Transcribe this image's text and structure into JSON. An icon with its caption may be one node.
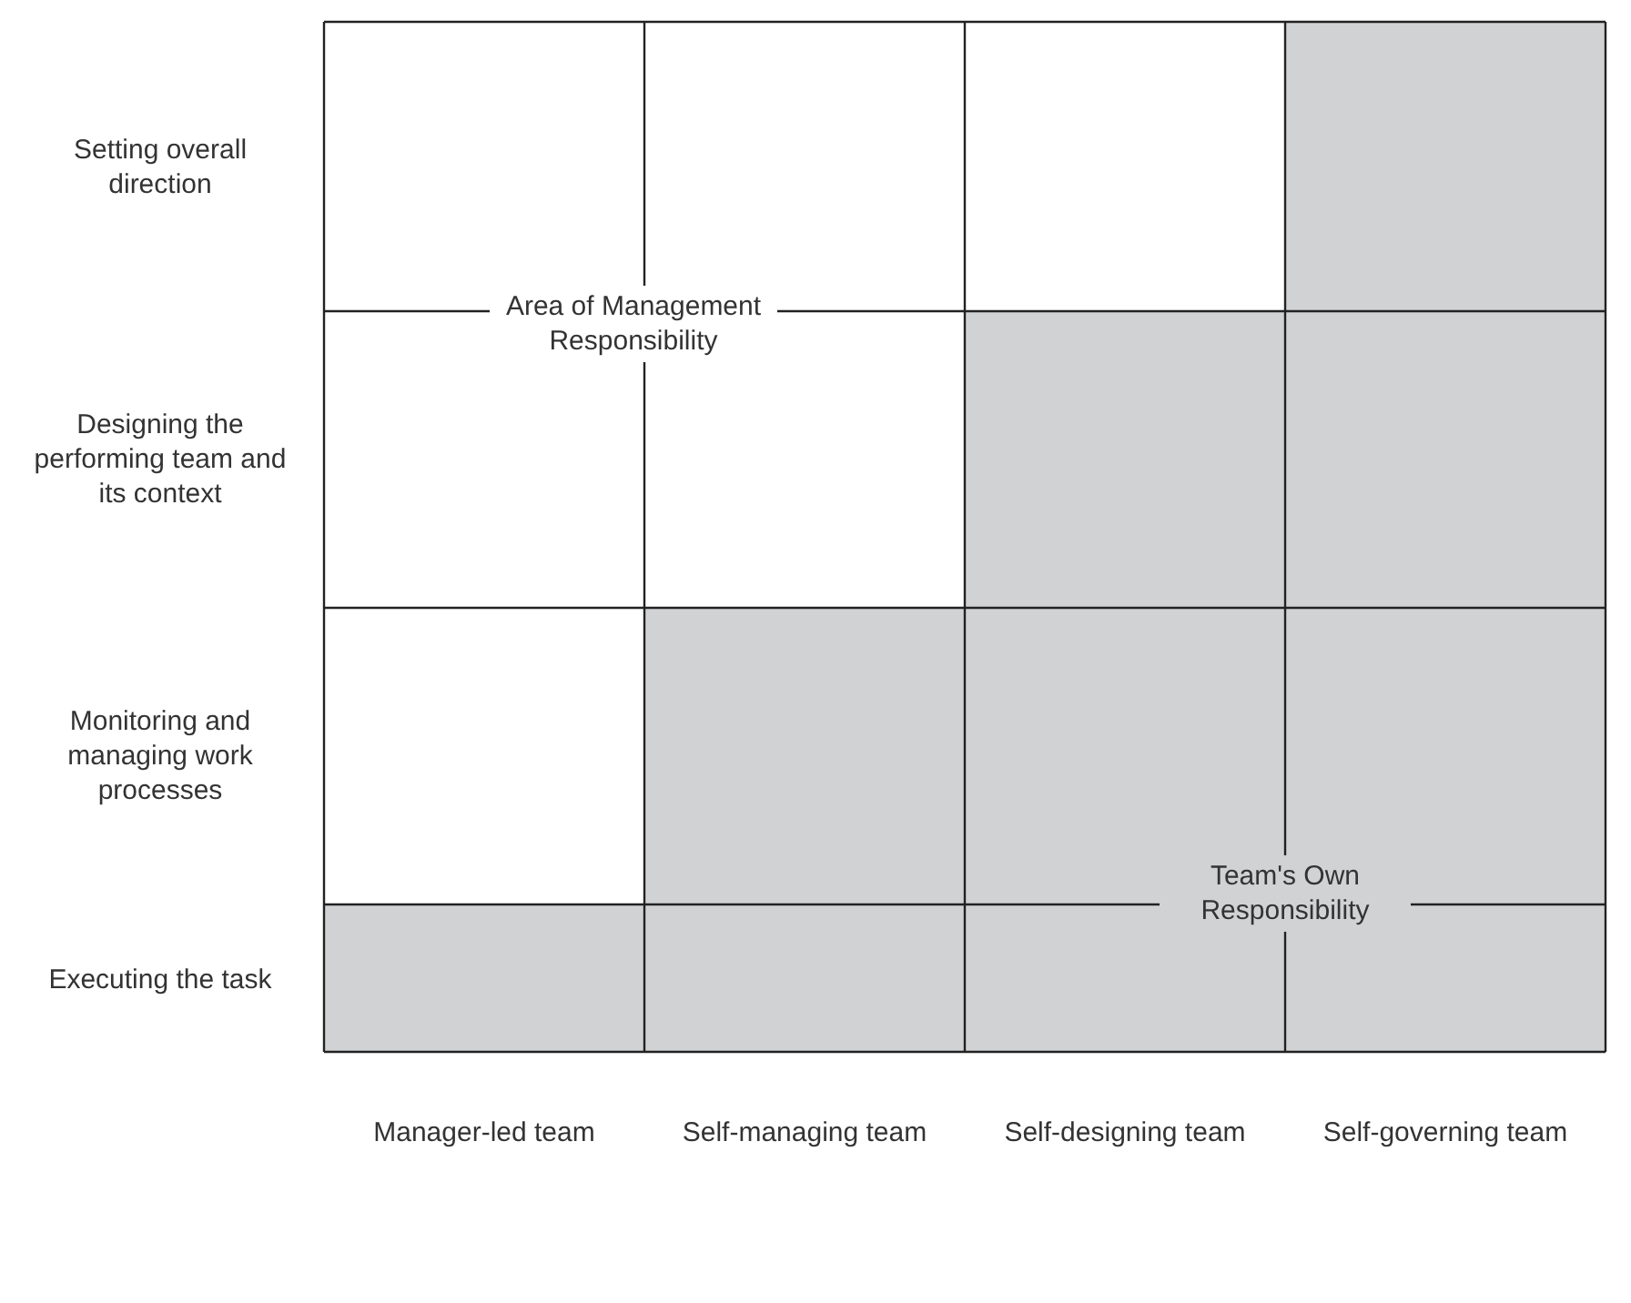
{
  "diagram": {
    "labels": [
      "Setting overall direction",
      "Area of Management Responsibility",
      "Designing the performing team and its context",
      "Monitoring and managing work processes",
      "Team's Own Responsibility",
      "Executing the task",
      "Manager-led team",
      "Self-managing team",
      "Self-designing team",
      "Self-governing team"
    ]
  }
}
